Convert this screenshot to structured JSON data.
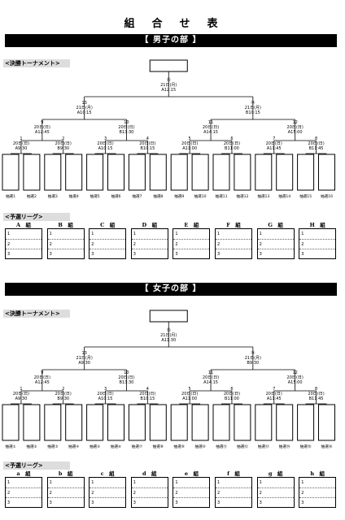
{
  "title": "組　合　せ　表",
  "sections": [
    {
      "banner": "【 男子の部 】",
      "tournament_label": "<決勝トーナメント>",
      "league_label": "<予選リーグ>",
      "final": {
        "num": "⑮",
        "date": "21日(月)",
        "time": "A12:15"
      },
      "semis": [
        {
          "num": "13",
          "date": "21日(月)",
          "time": "A10:15"
        },
        {
          "num": "⑭",
          "date": "21日(月)",
          "time": "B10:15"
        }
      ],
      "quarters": [
        {
          "num": "9",
          "date": "20日(日)",
          "time": "A12:45"
        },
        {
          "num": "10",
          "date": "20日(日)",
          "time": "B13:30"
        },
        {
          "num": "11",
          "date": "20日(日)",
          "time": "A14:15"
        },
        {
          "num": "12",
          "date": "20日(日)",
          "time": "A15:00"
        }
      ],
      "firsts": [
        {
          "num": "1",
          "date": "20日(日)",
          "time": "A9:30"
        },
        {
          "num": "2",
          "date": "20日(日)",
          "time": "B9:30"
        },
        {
          "num": "3",
          "date": "20日(日)",
          "time": "A10:15"
        },
        {
          "num": "4",
          "date": "20日(日)",
          "time": "B10:15"
        },
        {
          "num": "5",
          "date": "20日(日)",
          "time": "A11:00"
        },
        {
          "num": "6",
          "date": "20日(日)",
          "time": "B11:00"
        },
        {
          "num": "7",
          "date": "20日(日)",
          "time": "A11:45"
        },
        {
          "num": "8",
          "date": "20日(日)",
          "time": "B11:45"
        }
      ],
      "slots": [
        "抽選1",
        "抽選2",
        "抽選3",
        "抽選4",
        "抽選5",
        "抽選6",
        "抽選7",
        "抽選8",
        "抽選9",
        "抽選10",
        "抽選11",
        "抽選12",
        "抽選13",
        "抽選14",
        "抽選15",
        "抽選16"
      ],
      "groups": [
        "A　組",
        "B　組",
        "C　組",
        "D　組",
        "E　組",
        "F　組",
        "G　組",
        "H　組"
      ],
      "rows": [
        "1",
        "2",
        "3"
      ]
    },
    {
      "banner": "【 女子の部 】",
      "tournament_label": "<決勝トーナメント>",
      "league_label": "<予選リーグ>",
      "final": {
        "num": "⑮",
        "date": "21日(月)",
        "time": "A11:30"
      },
      "semis": [
        {
          "num": "13",
          "date": "21日(月)",
          "time": "A9:30"
        },
        {
          "num": "⑭",
          "date": "21日(月)",
          "time": "B9:30"
        }
      ],
      "quarters": [
        {
          "num": "9",
          "date": "20日(日)",
          "time": "A12:45"
        },
        {
          "num": "10",
          "date": "20日(日)",
          "time": "B13:30"
        },
        {
          "num": "11",
          "date": "20日(日)",
          "time": "A14:15"
        },
        {
          "num": "12",
          "date": "20日(日)",
          "time": "A15:00"
        }
      ],
      "firsts": [
        {
          "num": "1",
          "date": "20日(日)",
          "time": "A9:30"
        },
        {
          "num": "2",
          "date": "20日(日)",
          "time": "B9:30"
        },
        {
          "num": "3",
          "date": "20日(日)",
          "time": "A10:15"
        },
        {
          "num": "4",
          "date": "20日(日)",
          "time": "B10:15"
        },
        {
          "num": "5",
          "date": "20日(日)",
          "time": "A11:00"
        },
        {
          "num": "6",
          "date": "20日(日)",
          "time": "B11:00"
        },
        {
          "num": "7",
          "date": "20日(日)",
          "time": "A11:45"
        },
        {
          "num": "8",
          "date": "20日(日)",
          "time": "B11:45"
        }
      ],
      "slots": [
        "抽選①",
        "抽選②",
        "抽選③",
        "抽選④",
        "抽選⑤",
        "抽選⑥",
        "抽選⑦",
        "抽選⑧",
        "抽選⑨",
        "抽選⑩",
        "抽選⑪",
        "抽選⑫",
        "抽選⑬",
        "抽選⑭",
        "抽選⑮",
        "抽選⑯"
      ],
      "groups": [
        "a　組",
        "b　組",
        "c　組",
        "d　組",
        "e　組",
        "f　組",
        "g　組",
        "h　組"
      ],
      "rows": [
        "1",
        "2",
        "3"
      ]
    }
  ]
}
